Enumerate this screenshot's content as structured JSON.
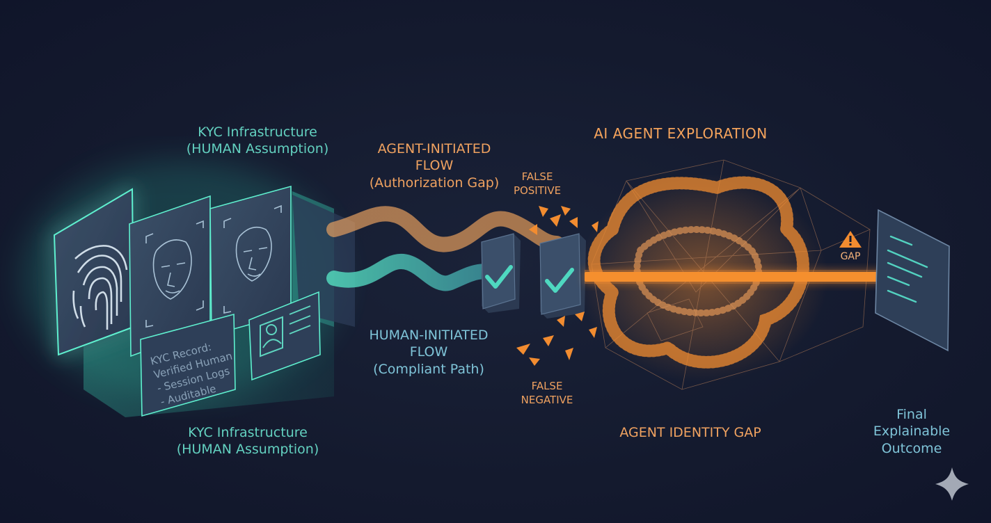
{
  "colors": {
    "background": "#141a2e",
    "human_flow": "#4fd1b8",
    "agent_flow": "#f28c30",
    "panel": "#34465e"
  },
  "kyc_top_label": [
    "KYC Infrastructure",
    "(HUMAN Assumption)"
  ],
  "kyc_bottom_label": [
    "KYC Infrastructure",
    "(HUMAN Assumption)"
  ],
  "kyc_record": [
    "KYC Record:",
    "Verified Human",
    "- Session Logs",
    "- Auditable"
  ],
  "agent_flow_label": [
    "AGENT-INITIATED",
    "FLOW",
    "(Authorization Gap)"
  ],
  "human_flow_label": [
    "HUMAN-INITIATED",
    "FLOW",
    "(Compliant Path)"
  ],
  "false_positive": [
    "FALSE",
    "POSITIVE"
  ],
  "false_negative": [
    "FALSE",
    "NEGATIVE"
  ],
  "exploration_title": "AI AGENT EXPLORATION",
  "identity_gap_label": "AGENT IDENTITY GAP",
  "gap_label": "GAP",
  "final_outcome": [
    "Final",
    "Explainable",
    "Outcome"
  ],
  "icons": [
    "fingerprint-icon",
    "face-scan-icon",
    "id-card-icon",
    "check-icon",
    "warning-icon",
    "sparkle-icon"
  ]
}
